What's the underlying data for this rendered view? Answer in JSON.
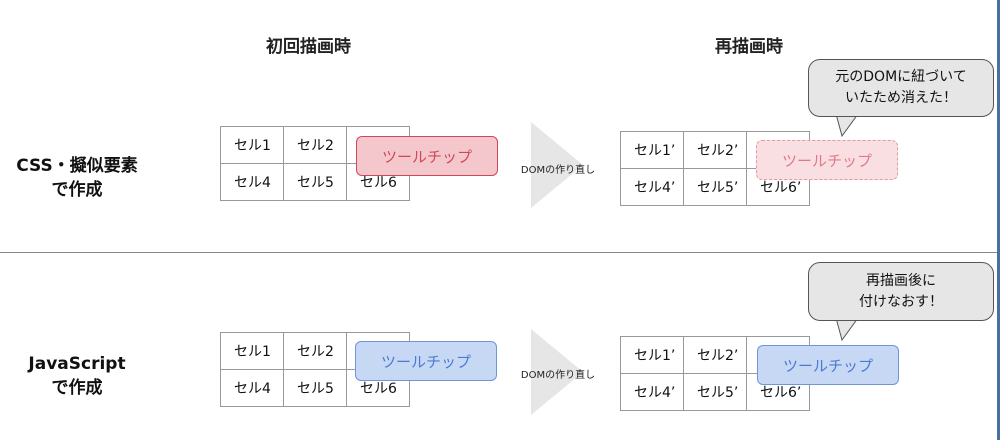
{
  "headers": {
    "initial": "初回描画時",
    "rerender": "再描画時"
  },
  "rows": [
    {
      "label_lines": [
        "CSS・擬似要素",
        "で作成"
      ],
      "initial_cells": [
        [
          "セル1",
          "セル2",
          ""
        ],
        [
          "セル4",
          "セル5",
          "セル6"
        ]
      ],
      "rerender_cells": [
        [
          "セル1’",
          "セル2’",
          ""
        ],
        [
          "セル4’",
          "セル5’",
          "セル6’"
        ]
      ],
      "tooltip_initial": "ツールチップ",
      "tooltip_rerender": "ツールチップ",
      "arrow_label": "DOMの作り直し",
      "bubble_lines": [
        "元のDOMに紐づいて",
        "いたため消えた！"
      ],
      "color_initial": "#f4c7cc",
      "color_rerender": "#f9dfe2"
    },
    {
      "label_lines": [
        "JavaScript",
        "で作成"
      ],
      "initial_cells": [
        [
          "セル1",
          "セル2",
          ""
        ],
        [
          "セル4",
          "セル5",
          "セル6"
        ]
      ],
      "rerender_cells": [
        [
          "セル1’",
          "セル2’",
          ""
        ],
        [
          "セル4’",
          "セル5’",
          "セル6’"
        ]
      ],
      "tooltip_initial": "ツールチップ",
      "tooltip_rerender": "ツールチップ",
      "arrow_label": "DOMの作り直し",
      "bubble_lines": [
        "再描画後に",
        "付けなおす！"
      ],
      "color_initial": "#c7d8f5",
      "color_rerender": "#c7d8f5"
    }
  ]
}
